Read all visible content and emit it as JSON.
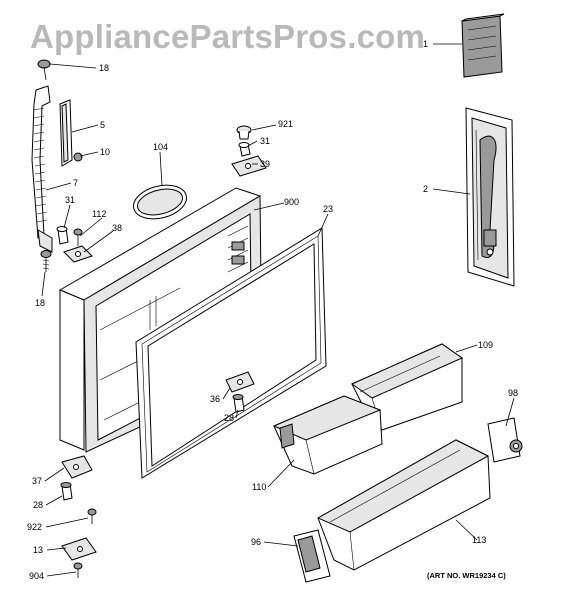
{
  "watermark": "AppliancePartsPros.com",
  "art_number": "(ART NO. WR19234 C)",
  "callouts": [
    {
      "id": "c1",
      "label": "1"
    },
    {
      "id": "c2",
      "label": "2"
    },
    {
      "id": "c5",
      "label": "5"
    },
    {
      "id": "c7",
      "label": "7"
    },
    {
      "id": "c10",
      "label": "10"
    },
    {
      "id": "c13",
      "label": "13"
    },
    {
      "id": "c18a",
      "label": "18"
    },
    {
      "id": "c18b",
      "label": "18"
    },
    {
      "id": "c23",
      "label": "23"
    },
    {
      "id": "c28a",
      "label": "28"
    },
    {
      "id": "c28b",
      "label": "28"
    },
    {
      "id": "c31a",
      "label": "31"
    },
    {
      "id": "c31b",
      "label": "31"
    },
    {
      "id": "c36",
      "label": "36"
    },
    {
      "id": "c37",
      "label": "37"
    },
    {
      "id": "c38",
      "label": "38"
    },
    {
      "id": "c39",
      "label": "39"
    },
    {
      "id": "c96",
      "label": "96"
    },
    {
      "id": "c98",
      "label": "98"
    },
    {
      "id": "c104",
      "label": "104"
    },
    {
      "id": "c109",
      "label": "109"
    },
    {
      "id": "c110",
      "label": "110"
    },
    {
      "id": "c112",
      "label": "112"
    },
    {
      "id": "c113",
      "label": "113"
    },
    {
      "id": "c900",
      "label": "900"
    },
    {
      "id": "c904",
      "label": "904"
    },
    {
      "id": "c921",
      "label": "921"
    },
    {
      "id": "c922",
      "label": "922"
    }
  ]
}
